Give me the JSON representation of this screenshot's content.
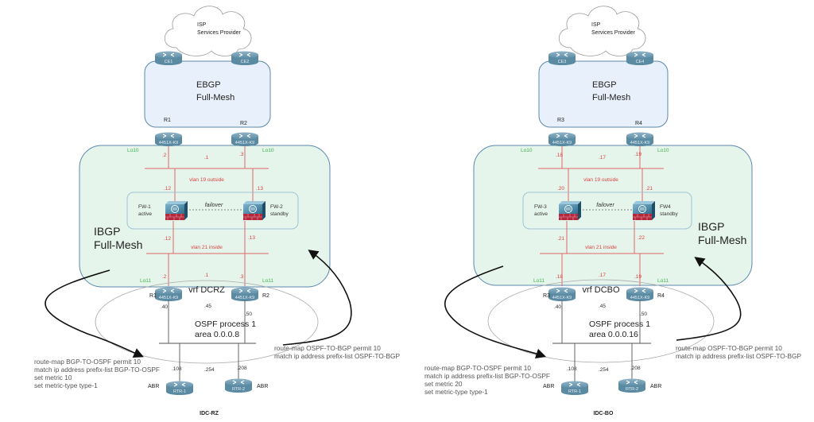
{
  "diagrams": [
    {
      "name": "IDC-RZ",
      "caption": "IDC-RZ",
      "cloud": {
        "line1": "ISP",
        "line2": "Services Provider"
      },
      "ce_routers": [
        "CE1",
        "CE2"
      ],
      "ebgp": {
        "line1": "EBGP",
        "line2": "Full-Mesh"
      },
      "edge_routers": [
        {
          "name": "R1",
          "model": "4451X-K9"
        },
        {
          "name": "R2",
          "model": "4451X-K9"
        }
      ],
      "ibgp": {
        "line1": "IBGP",
        "line2": "Full-Mesh"
      },
      "loopback_top": "Lo10",
      "loopback_bottom": "Lo11",
      "outside": {
        "vlan": "vlan 19 outside",
        "left_router_ip": ".2",
        "vip": ".1",
        "right_router_ip": ".3",
        "fw_left_ip": ".12",
        "fw_right_ip": ".13"
      },
      "firewalls": [
        {
          "name": "FW-1",
          "state": "active"
        },
        {
          "name": "FW-2",
          "state": "standby"
        }
      ],
      "failover_label": "failover",
      "inside": {
        "vlan": "vlan 21 inside",
        "fw_left_ip": ".12",
        "fw_right_ip": ".13",
        "left_router_ip": ".2",
        "vip": ".1",
        "right_router_ip": ".3"
      },
      "vrf": "vrf DCRZ",
      "ospf_ips": {
        "left": ".40",
        "vip": ".45",
        "right": ".50"
      },
      "ospf": {
        "line1": "OSPF process 1",
        "line2": "area 0.0.0.8"
      },
      "abr_ips": {
        "left": ".108",
        "vip": ".254",
        "right": ".208"
      },
      "abr_routers": [
        {
          "name": "RTR-1",
          "role": "ABR"
        },
        {
          "name": "RTR-2",
          "role": "ABR"
        }
      ],
      "route_map_in": [
        "route-map BGP-TO-OSPF permit 10",
        " match ip address prefix-list BGP-TO-OSPF",
        " set metric 10",
        " set metric-type type-1"
      ],
      "route_map_out": [
        "route-map OSPF-TO-BGP permit 10",
        "match ip address prefix-list OSPF-TO-BGP"
      ]
    },
    {
      "name": "IDC-BO",
      "caption": "IDC-BO",
      "cloud": {
        "line1": "ISP",
        "line2": "Services Provider"
      },
      "ce_routers": [
        "CE3",
        "CE4"
      ],
      "ebgp": {
        "line1": "EBGP",
        "line2": "Full-Mesh"
      },
      "edge_routers": [
        {
          "name": "R3",
          "model": "4451X-K9"
        },
        {
          "name": "R4",
          "model": "4451X-K9"
        }
      ],
      "ibgp": {
        "line1": "IBGP",
        "line2": "Full-Mesh"
      },
      "loopback_top": "Lo10",
      "loopback_bottom": "Lo11",
      "outside": {
        "vlan": "vlan 19 outside",
        "left_router_ip": ".18",
        "vip": ".17",
        "right_router_ip": ".19",
        "fw_left_ip": ".20",
        "fw_right_ip": ".21"
      },
      "firewalls": [
        {
          "name": "FW-3",
          "state": "active"
        },
        {
          "name": "FW4",
          "state": "standby"
        }
      ],
      "failover_label": "failover",
      "inside": {
        "vlan": "vlan 21 inside",
        "fw_left_ip": ".21",
        "fw_right_ip": ".22",
        "left_router_ip": ".18",
        "vip": ".17",
        "right_router_ip": ".19"
      },
      "vrf": "vrf DCBO",
      "ospf_ips": {
        "left": ".40",
        "vip": ".45",
        "right": ".50"
      },
      "ospf": {
        "line1": "OSPF process 1",
        "line2": "area 0.0.0.16"
      },
      "abr_ips": {
        "left": ".108",
        "vip": ".254",
        "right": ".208"
      },
      "abr_routers": [
        {
          "name": "RTR-1",
          "role": "ABR"
        },
        {
          "name": "RTR-2",
          "role": "ABR"
        }
      ],
      "route_map_in": [
        "route-map BGP-TO-OSPF permit 10",
        " match ip address prefix-list BGP-TO-OSPF",
        " set metric 20",
        " set metric-type type-1"
      ],
      "route_map_out": [
        "route-map OSPF-TO-BGP permit 10",
        "match ip address prefix-list OSPF-TO-BGP"
      ]
    }
  ],
  "colors": {
    "ebgp_fill": "#e8f1fb",
    "ibgp_fill": "#e6f5ec",
    "box_stroke": "#5b87ad",
    "link_red": "#e06666",
    "router_blue": "#5b8aa3",
    "firewall_red": "#b5283c",
    "loopback_green": "#3cb54a"
  }
}
